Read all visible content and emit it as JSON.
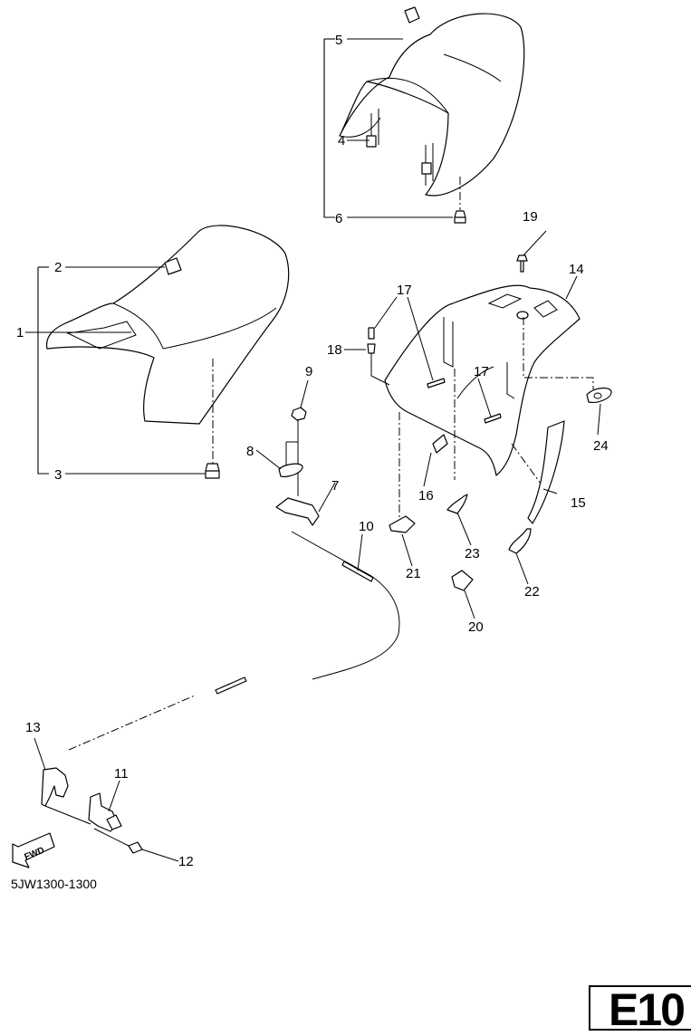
{
  "diagram": {
    "title": "Seat / Carrier exploded parts diagram",
    "drawing_code": "5JW1300-1300",
    "page_badge": "E10",
    "forward_arrow_label": "FWD",
    "callouts": [
      {
        "id": "1",
        "label": "1"
      },
      {
        "id": "2",
        "label": "2"
      },
      {
        "id": "3",
        "label": "3"
      },
      {
        "id": "4",
        "label": "4"
      },
      {
        "id": "5",
        "label": "5"
      },
      {
        "id": "6",
        "label": "6"
      },
      {
        "id": "7",
        "label": "7"
      },
      {
        "id": "8",
        "label": "8"
      },
      {
        "id": "9",
        "label": "9"
      },
      {
        "id": "10",
        "label": "10"
      },
      {
        "id": "11",
        "label": "11"
      },
      {
        "id": "12",
        "label": "12"
      },
      {
        "id": "13",
        "label": "13"
      },
      {
        "id": "14",
        "label": "14"
      },
      {
        "id": "15",
        "label": "15"
      },
      {
        "id": "16",
        "label": "16"
      },
      {
        "id": "17a",
        "label": "17"
      },
      {
        "id": "17b",
        "label": "17"
      },
      {
        "id": "18",
        "label": "18"
      },
      {
        "id": "19",
        "label": "19"
      },
      {
        "id": "20",
        "label": "20"
      },
      {
        "id": "21",
        "label": "21"
      },
      {
        "id": "22",
        "label": "22"
      },
      {
        "id": "23",
        "label": "23"
      },
      {
        "id": "24",
        "label": "24"
      }
    ]
  }
}
